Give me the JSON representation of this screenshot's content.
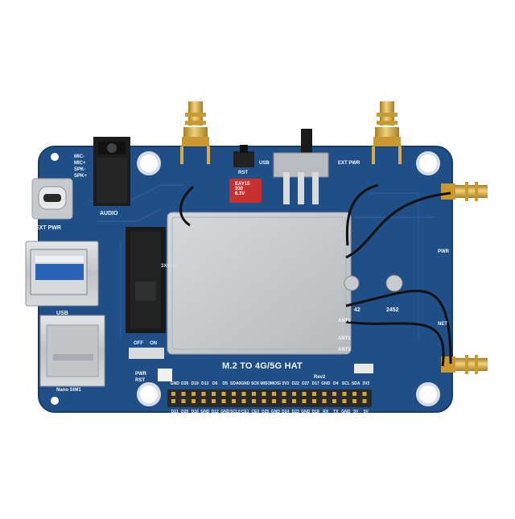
{
  "board": {
    "title": "M.2 TO 4G/5G HAT",
    "revision": "Rev2",
    "colors": {
      "pcb": "#1f4f86",
      "pcb_edge": "#163d6a",
      "silk": "#f2f6fa",
      "gold": "#d4a93a",
      "module": "#c9ccce",
      "header": "#2a2a2a"
    }
  },
  "labels": {
    "mic_minus": "MIC-",
    "mic_plus": "MIC+",
    "spk_minus": "SPK-",
    "spk_plus": "SPK+",
    "audio": "AUDIO",
    "ext_pwr_left": "EXT PWR",
    "usb_left": "USB",
    "nano_sim": "Nano SIM1",
    "rst": "RST",
    "usb_top": "USB",
    "ext_pwr_top": "EXT PWR",
    "pwr_led": "PWR",
    "net_led": "NET",
    "off": "OFF",
    "on": "ON",
    "sw_pwr": "PWR",
    "sw_rst": "RST",
    "ant1": "ANT1",
    "ant2": "ANT2",
    "ant3": "ANT3",
    "ant_num_42": "42",
    "ant_num_2452": "2452",
    "cap_text": "EAY15\n330\n6.3V",
    "m2_text": "3X0000"
  },
  "gpio": {
    "top_row": [
      "GND",
      "D26",
      "D19",
      "D13",
      "D6",
      "D5",
      "SDA0",
      "GND",
      "SCK",
      "MISO",
      "MOSI",
      "3V3",
      "D22",
      "D27",
      "D17",
      "GND",
      "D4",
      "SCL",
      "SDA",
      "3V3"
    ],
    "bottom_row": [
      "D21",
      "D20",
      "D16",
      "GND",
      "D12",
      "GND",
      "SCL0",
      "CE1",
      "CE0",
      "D25",
      "GND",
      "D24",
      "D23",
      "GND",
      "D18",
      "RX",
      "TX",
      "GND",
      "5V",
      "5V"
    ]
  }
}
